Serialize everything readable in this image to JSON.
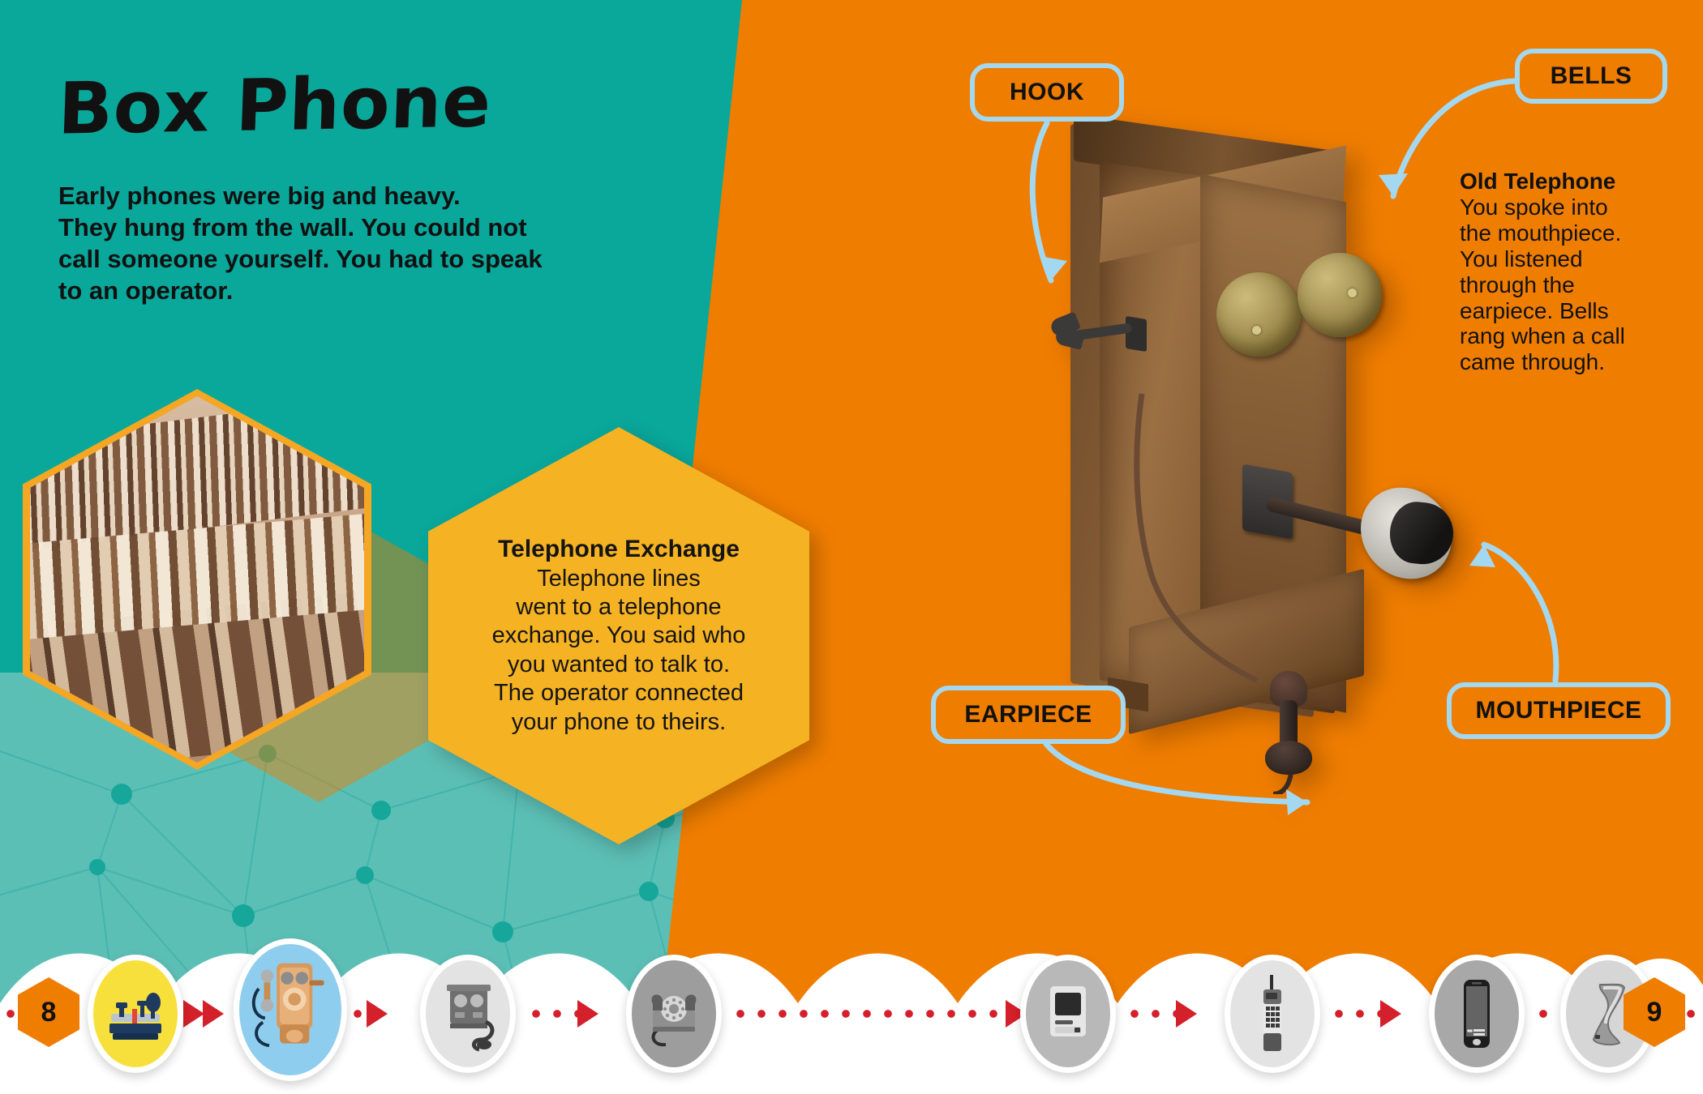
{
  "page": {
    "left_page_number": "8",
    "right_page_number": "9",
    "title": "Box Phone"
  },
  "colors": {
    "teal": "#0aa79b",
    "teal_light": "#5cbfb6",
    "orange": "#ef7d00",
    "yellow_hex": "#f5b223",
    "hex_border": "#f5a623",
    "callout_border": "#a4d8f0",
    "timeline_red": "#d4202a",
    "text_dark": "#111111"
  },
  "intro": {
    "paragraph": "Early phones were big and heavy. They hung from the wall. You could not call someone yourself. You had to speak to an operator.",
    "lines": [
      "Early phones were big and heavy.",
      "They hung from the wall. You could not",
      "call someone yourself. You had to speak",
      "to an operator."
    ]
  },
  "exchange_hex": {
    "heading": "Telephone Exchange",
    "body": "Telephone lines went to a telephone exchange. You said who you wanted to talk to. The operator connected your phone to theirs.",
    "lines": [
      "Telephone lines",
      "went to a telephone",
      "exchange. You said who",
      "you wanted to talk to.",
      "The operator connected",
      "your phone to theirs."
    ]
  },
  "photo_hex": {
    "alt": "sepia photograph of telephone switchboard operators seated in a long row"
  },
  "old_telephone": {
    "heading": "Old Telephone",
    "body": "You spoke into the mouthpiece. You listened through the earpiece. Bells rang when a call came through.",
    "lines": [
      "You spoke into",
      "the mouthpiece.",
      "You listened",
      "through the",
      "earpiece. Bells",
      "rang when a call",
      "came through."
    ]
  },
  "callouts": [
    {
      "id": "hook",
      "label": "HOOK"
    },
    {
      "id": "bells",
      "label": "BELLS"
    },
    {
      "id": "earpiece",
      "label": "EARPIECE"
    },
    {
      "id": "mouthpiece",
      "label": "MOUTHPIECE"
    }
  ],
  "timeline": {
    "items": [
      {
        "icon": "telegraph-icon",
        "bg": "#f7e03c",
        "current": false
      },
      {
        "icon": "box-phone-icon",
        "bg": "#8fcdee",
        "current": true
      },
      {
        "icon": "candlestick-phone-icon",
        "bg": "#e3e3e3",
        "current": false
      },
      {
        "icon": "rotary-phone-icon",
        "bg": "#9d9d9d",
        "current": false
      },
      {
        "icon": "computer-icon",
        "bg": "#b8b8b8",
        "current": false
      },
      {
        "icon": "brick-cellphone-icon",
        "bg": "#e3e3e3",
        "current": false
      },
      {
        "icon": "smartphone-icon",
        "bg": "#a8a8a8",
        "current": false
      },
      {
        "icon": "future-phone-icon",
        "bg": "#d6d6d6",
        "current": false
      }
    ]
  }
}
